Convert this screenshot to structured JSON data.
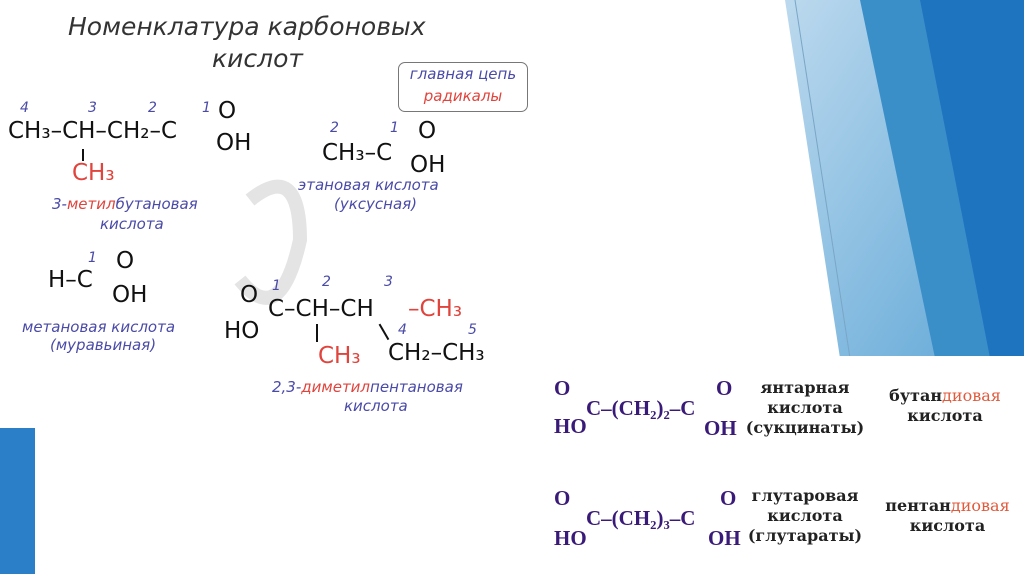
{
  "title": {
    "line1": "Номенклатура карбоновых",
    "line2": "кислот"
  },
  "legend": {
    "main_chain": "главная цепь",
    "radicals": "радикалы"
  },
  "f1": {
    "nums": [
      "4",
      "3",
      "2",
      "1"
    ],
    "main": "CH₃–CH–CH₂–C",
    "o": "O",
    "oh": "OH",
    "radical": "CH₃",
    "name_num": "3-",
    "name_rad": "метил",
    "name_rest": "бутановая",
    "name_line2": "кислота"
  },
  "f2": {
    "nums": [
      "2",
      "1"
    ],
    "main": "CH₃–C",
    "o": "O",
    "oh": "OH",
    "name": "этановая кислота",
    "trivial": "(уксусная)"
  },
  "f3": {
    "nums": [
      "1"
    ],
    "main": "H–C",
    "o": "O",
    "oh": "OH",
    "name": "метановая кислота",
    "trivial": "(муравьиная)"
  },
  "f4": {
    "nums": [
      "1",
      "2",
      "3",
      "4",
      "5"
    ],
    "o": "O",
    "ho": "HO",
    "main": "C–CH–CH",
    "radical_right": "–CH₃",
    "radical_down": "CH₃",
    "tail": "CH₂–CH₃",
    "name_num": "2,3-",
    "name_rad": "диметил",
    "name_rest": "пентановая",
    "name_line2": "кислота"
  },
  "dicarboxylic": [
    {
      "o1": "O",
      "ho": "HO",
      "chain": "C–(CH₂)₂–C",
      "o2": "O",
      "oh": "OH",
      "trivial": [
        "янтарная",
        "кислота",
        "(сукцинаты)"
      ],
      "iupac_root": "бутан",
      "iupac_suffix": "диовая",
      "iupac_line2": "кислота"
    },
    {
      "o1": "O",
      "ho": "HO",
      "chain": "C–(CH₂)₃–C",
      "o2": "O",
      "oh": "OH",
      "trivial": [
        "глутаровая",
        "кислота",
        "(глутараты)"
      ],
      "iupac_root": "пентан",
      "iupac_suffix": "диовая",
      "iupac_line2": "кислота"
    }
  ],
  "colors": {
    "main": "#4a4aa8",
    "radical": "#e0443c",
    "accent": "#2a7fc8"
  }
}
